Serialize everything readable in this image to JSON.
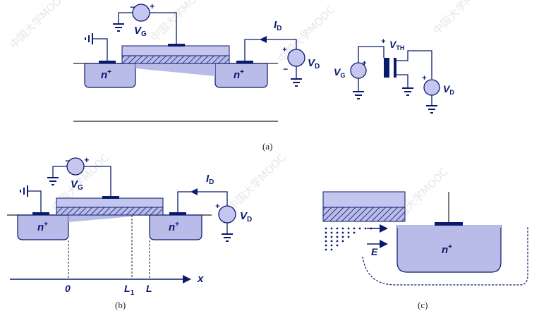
{
  "watermark": "中国大学MOOC",
  "panel_a": {
    "caption": "(a)",
    "vg_label": "V",
    "vg_sub": "G",
    "id_label": "I",
    "id_sub": "D",
    "vd_label": "V",
    "vd_sub": "D",
    "nplus_left": "n",
    "nplus_right": "n",
    "plus": "+",
    "minus": "−"
  },
  "symbol": {
    "vg_label": "V",
    "vg_sub": "G",
    "vth_label": "V",
    "vth_sub": "TH",
    "vd_label": "V",
    "vd_sub": "D"
  },
  "panel_b": {
    "caption": "(b)",
    "vg_label": "V",
    "vg_sub": "G",
    "id_label": "I",
    "id_sub": "D",
    "vd_label": "V",
    "vd_sub": "D",
    "nplus_left": "n",
    "nplus_right": "n",
    "x_axis": "x",
    "tick_0": "0",
    "tick_l1": "L",
    "tick_l1_sub": "1",
    "tick_l": "L"
  },
  "panel_c": {
    "caption": "(c)",
    "nplus": "n",
    "field": "E"
  }
}
